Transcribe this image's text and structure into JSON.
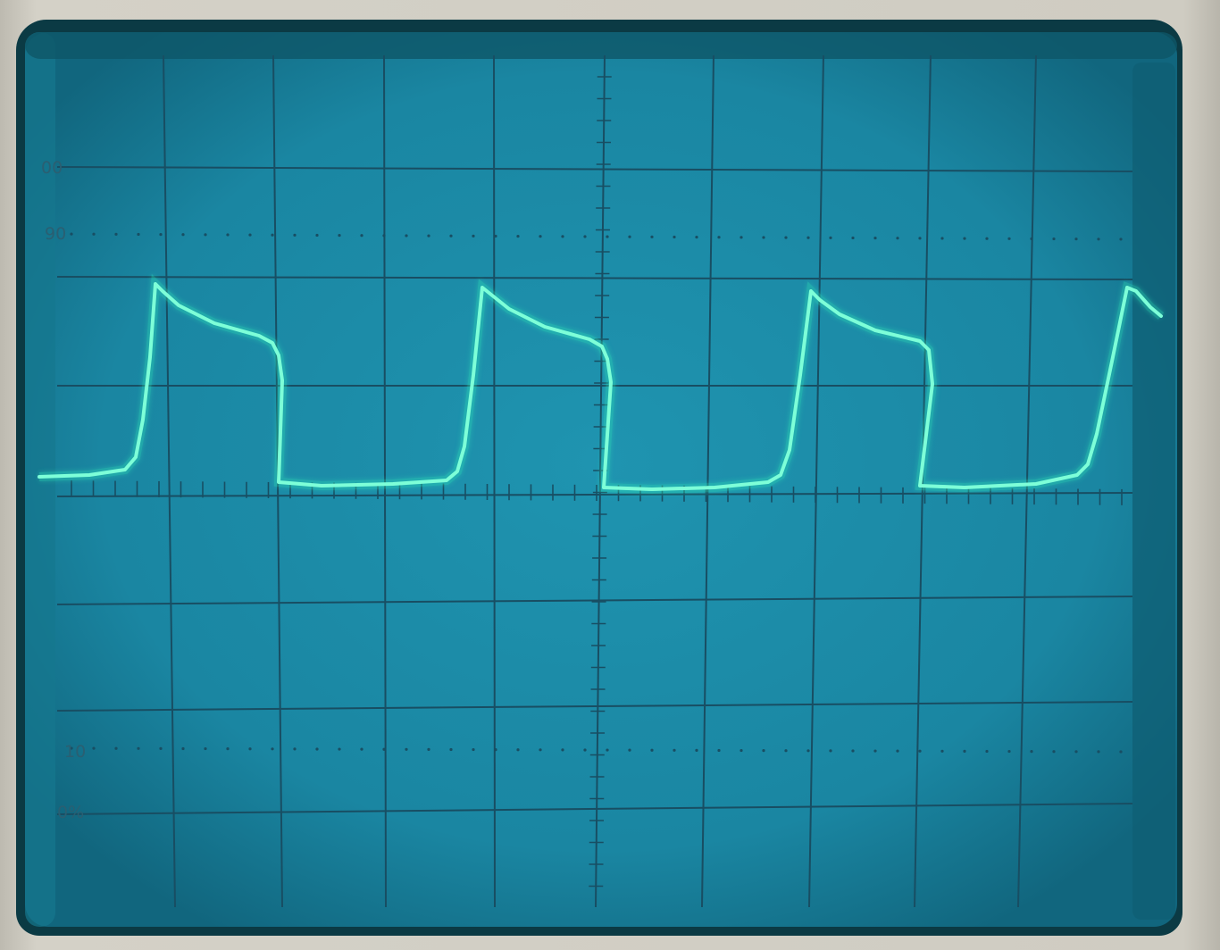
{
  "graticule": {
    "labels": [
      {
        "text": "00",
        "percent": 100
      },
      {
        "text": "90",
        "percent": 90
      },
      {
        "text": "10",
        "percent": 10
      },
      {
        "text": "0%",
        "percent": 0
      }
    ]
  },
  "colors": {
    "screen": "#1b8aa6",
    "screen_dark": "#12677f",
    "grid": "#184e63",
    "trace": "#7dffd8",
    "trace_glow": "#2fe6b8"
  },
  "display": {
    "horizontal_divisions": 10,
    "vertical_divisions": 8,
    "waveform_shape": "square-wave-with-overshoot-and-droop",
    "cycles_visible": 3.5
  }
}
